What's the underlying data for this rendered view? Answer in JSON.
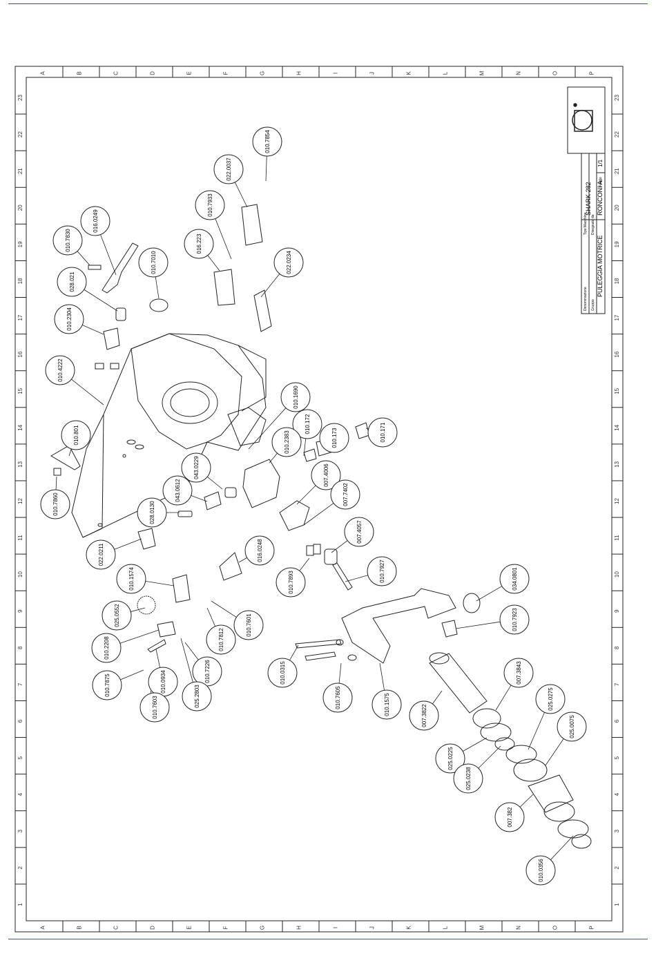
{
  "columns": [
    "A",
    "B",
    "C",
    "D",
    "E",
    "F",
    "G",
    "H",
    "I",
    "J",
    "K",
    "L",
    "M",
    "N",
    "O",
    "P"
  ],
  "rows": [
    "23",
    "22",
    "21",
    "20",
    "19",
    "18",
    "17",
    "16",
    "15",
    "14",
    "13",
    "12",
    "11",
    "10",
    "9",
    "8",
    "7",
    "6",
    "5",
    "4",
    "3",
    "2",
    "1"
  ],
  "title_block": {
    "denominazione_label": "Denominazione",
    "denominazione": "PULEGGIA MOTRICE",
    "macchina_label": "Tipo Macchina",
    "macchina": "SHARK 282",
    "disegnato_label": "Disegnato da",
    "disegnato": "RONCONI A.",
    "foglio_label": "Foglio",
    "foglio": "1/1",
    "codice_label": "Gruppo"
  },
  "parts": [
    {
      "code": "010.7854"
    },
    {
      "code": "022.0037"
    },
    {
      "code": "010.7933"
    },
    {
      "code": "016.223"
    },
    {
      "code": "022.0234"
    },
    {
      "code": "010.7830"
    },
    {
      "code": "016.0249"
    },
    {
      "code": "010.7010"
    },
    {
      "code": "028.021"
    },
    {
      "code": "010.2304"
    },
    {
      "code": "010.4222"
    },
    {
      "code": "010.1690"
    },
    {
      "code": "010.172"
    },
    {
      "code": "010.2383"
    },
    {
      "code": "010.173"
    },
    {
      "code": "010.171"
    },
    {
      "code": "010.801"
    },
    {
      "code": "010.7860"
    },
    {
      "code": "043.0229"
    },
    {
      "code": "043.0612"
    },
    {
      "code": "007.4006"
    },
    {
      "code": "028.0130"
    },
    {
      "code": "007.7402"
    },
    {
      "code": "022.0211"
    },
    {
      "code": "007.4057"
    },
    {
      "code": "016.0248"
    },
    {
      "code": "010.1574"
    },
    {
      "code": "010.7893"
    },
    {
      "code": "010.7927"
    },
    {
      "code": "034.0801"
    },
    {
      "code": "025.0552"
    },
    {
      "code": "010.7601"
    },
    {
      "code": "010.7923"
    },
    {
      "code": "010.2208"
    },
    {
      "code": "010.7812"
    },
    {
      "code": "010.0315"
    },
    {
      "code": "010.7875"
    },
    {
      "code": "010.0934"
    },
    {
      "code": "010.7226"
    },
    {
      "code": "007.3843"
    },
    {
      "code": "025.2803"
    },
    {
      "code": "010.7605"
    },
    {
      "code": "010.1575"
    },
    {
      "code": "007.3822"
    },
    {
      "code": "010.7603"
    },
    {
      "code": "025.0275"
    },
    {
      "code": "025.0225"
    },
    {
      "code": "025.0075"
    },
    {
      "code": "025.0238"
    },
    {
      "code": "007.382"
    },
    {
      "code": "010.0356"
    }
  ]
}
